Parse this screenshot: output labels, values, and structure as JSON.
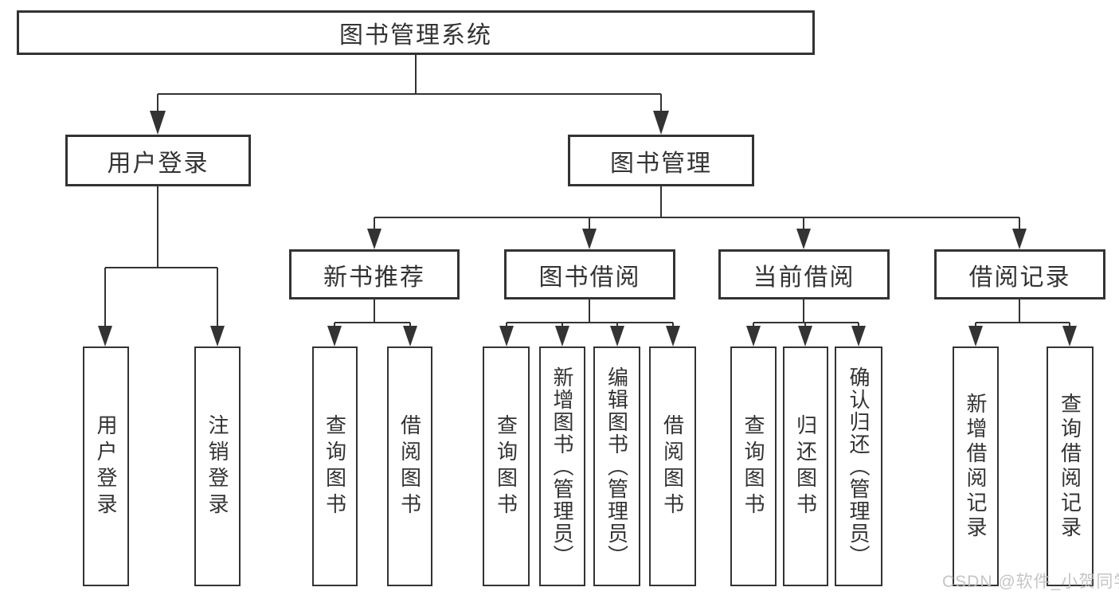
{
  "colors": {
    "line": "#333333",
    "text": "#333333",
    "watermark": "#bfbfbf",
    "background": "#ffffff"
  },
  "watermark": "CSDN @软件_小贺同学",
  "tree": {
    "root": "图书管理系统",
    "branches": [
      {
        "label": "用户登录",
        "children": [
          "用户登录",
          "注销登录"
        ]
      },
      {
        "label": "图书管理",
        "sections": [
          {
            "label": "新书推荐",
            "children": [
              "查询图书",
              "借阅图书"
            ]
          },
          {
            "label": "图书借阅",
            "children": [
              "查询图书",
              "新增图书（管理员）",
              "编辑图书（管理员）",
              "借阅图书"
            ]
          },
          {
            "label": "当前借阅",
            "children": [
              "查询图书",
              "归还图书",
              "确认归还（管理员）"
            ]
          },
          {
            "label": "借阅记录",
            "children": [
              "新增借阅记录",
              "查询借阅记录"
            ]
          }
        ]
      }
    ]
  }
}
